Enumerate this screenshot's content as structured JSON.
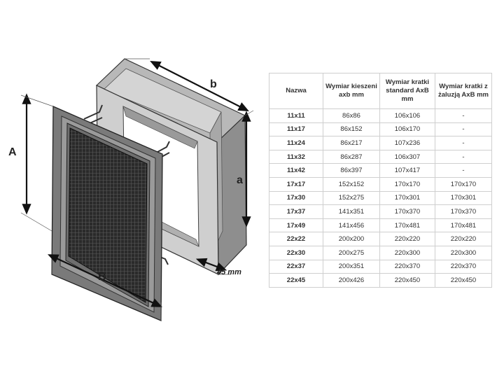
{
  "drawing": {
    "labels": {
      "outer_height": "A",
      "outer_width": "B",
      "inner_width": "b",
      "inner_height": "a",
      "depth": "45 mm"
    }
  },
  "table": {
    "headers": [
      "Nazwa",
      "Wymiar kieszeni axb mm",
      "Wymiar kratki standard AxB mm",
      "Wymiar kratki z żaluzją AxB mm"
    ],
    "rows": [
      [
        "11x11",
        "86x86",
        "106x106",
        "-"
      ],
      [
        "11x17",
        "86x152",
        "106x170",
        "-"
      ],
      [
        "11x24",
        "86x217",
        "107x236",
        "-"
      ],
      [
        "11x32",
        "86x287",
        "106x307",
        "-"
      ],
      [
        "11x42",
        "86x397",
        "107x417",
        "-"
      ],
      [
        "17x17",
        "152x152",
        "170x170",
        "170x170"
      ],
      [
        "17x30",
        "152x275",
        "170x301",
        "170x301"
      ],
      [
        "17x37",
        "141x351",
        "170x370",
        "170x370"
      ],
      [
        "17x49",
        "141x456",
        "170x481",
        "170x481"
      ],
      [
        "22x22",
        "200x200",
        "220x220",
        "220x220"
      ],
      [
        "22x30",
        "200x275",
        "220x300",
        "220x300"
      ],
      [
        "22x37",
        "200x351",
        "220x370",
        "220x370"
      ],
      [
        "22x45",
        "200x426",
        "220x450",
        "220x450"
      ]
    ]
  }
}
